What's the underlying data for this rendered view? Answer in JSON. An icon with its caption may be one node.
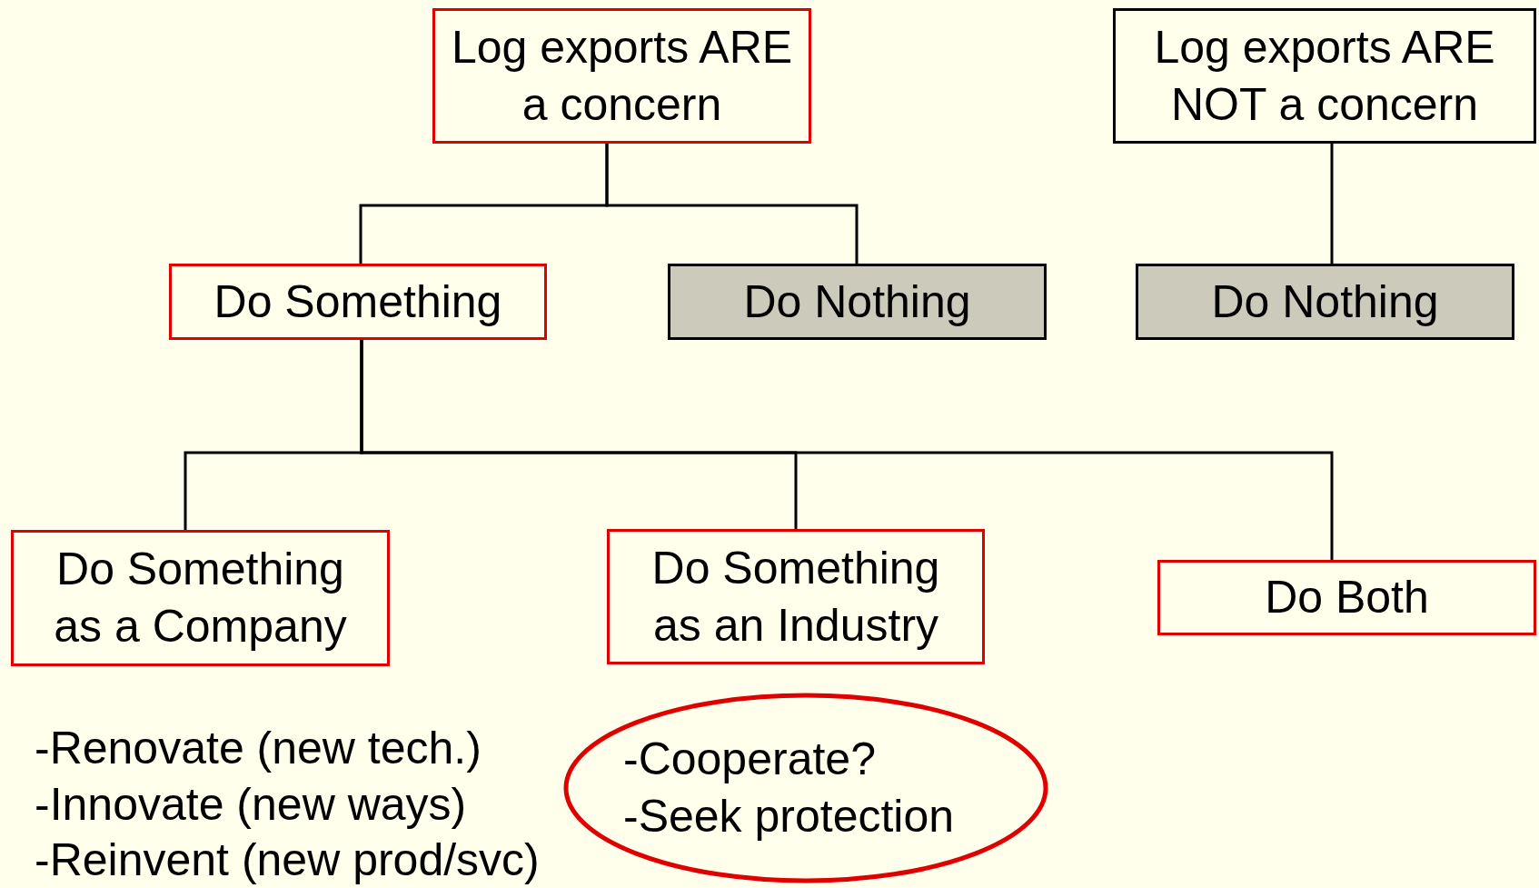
{
  "diagram": {
    "nodes": [
      {
        "text": [
          "Log exports ARE a concern"
        ]
      },
      {
        "text": [
          "Log exports ARE NOT a concern"
        ]
      },
      {
        "text": [
          "Do Something"
        ]
      },
      {
        "text": [
          "Do Nothing"
        ]
      },
      {
        "text": [
          "Do Nothing"
        ]
      },
      {
        "text": [
          "Do Something as a Company"
        ]
      },
      {
        "text": [
          "Do Something as an Industry"
        ]
      },
      {
        "text": [
          "Do Both"
        ]
      },
      {
        "text": [
          "-Cooperate?",
          "-Seek protection"
        ]
      }
    ],
    "edges": [
      {
        "from": 0,
        "to": 2,
        "arrow": "none"
      },
      {
        "from": 0,
        "to": 3,
        "arrow": "none"
      },
      {
        "from": 1,
        "to": 4,
        "arrow": "none"
      },
      {
        "from": 2,
        "to": 5,
        "arrow": "none"
      },
      {
        "from": 2,
        "to": 6,
        "arrow": "none"
      },
      {
        "from": 2,
        "to": 7,
        "arrow": "none"
      }
    ],
    "labels": [
      "-Renovate (new tech.)",
      "-Innovate (new ways)",
      "-Reinvent (new prod/svc)"
    ]
  }
}
